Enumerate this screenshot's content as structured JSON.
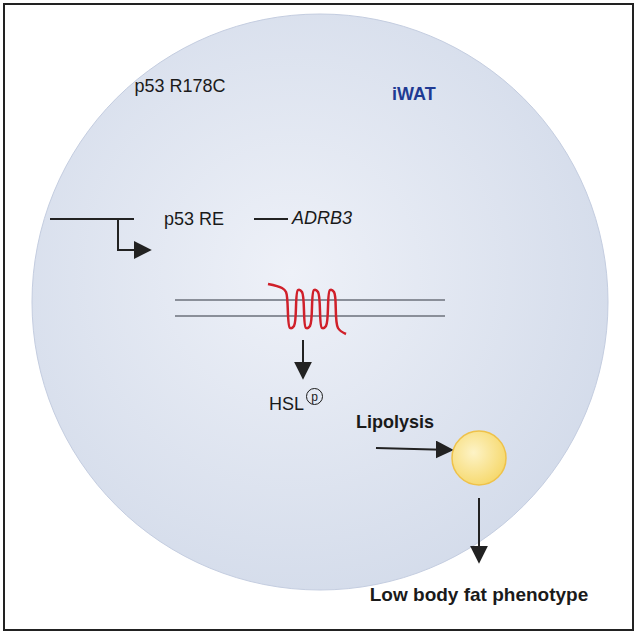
{
  "diagram": {
    "nodes": [
      {
        "text": [
          "iWAT"
        ]
      },
      {
        "text": [
          "p53 R178C"
        ],
        "in": 0
      },
      {
        "text": [
          "p53 RE"
        ],
        "in": 0
      },
      {
        "text": [
          "HSL",
          "p"
        ],
        "in": 0
      }
    ],
    "labels": [
      "ADRB3",
      "Lipolysis",
      "Low body fat phenotype"
    ]
  }
}
